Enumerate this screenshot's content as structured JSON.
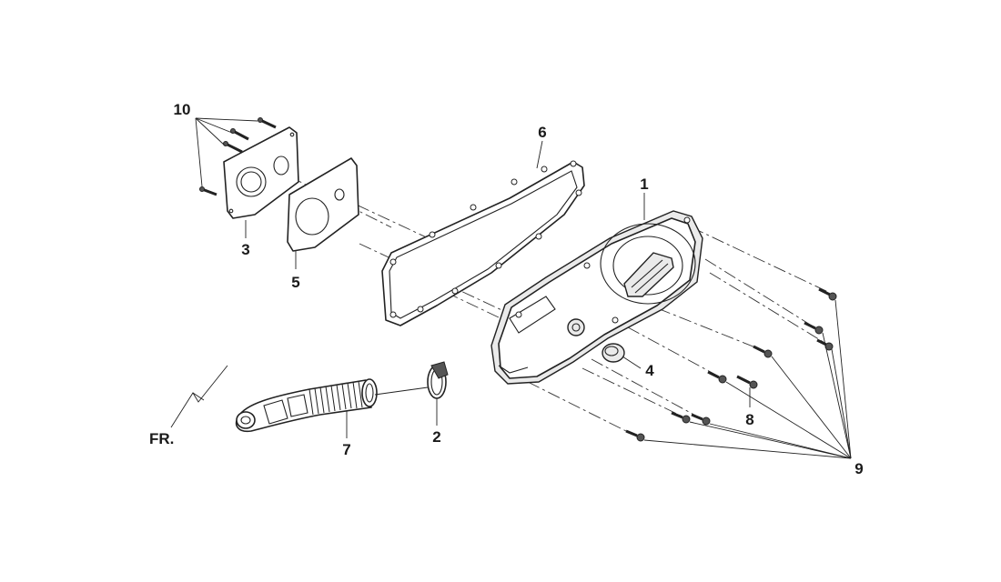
{
  "callouts": {
    "c1": "1",
    "c2": "2",
    "c3": "3",
    "c4": "4",
    "c5": "5",
    "c6": "6",
    "c7": "7",
    "c8": "8",
    "c9": "9",
    "c10": "10"
  },
  "direction_label": "FR."
}
